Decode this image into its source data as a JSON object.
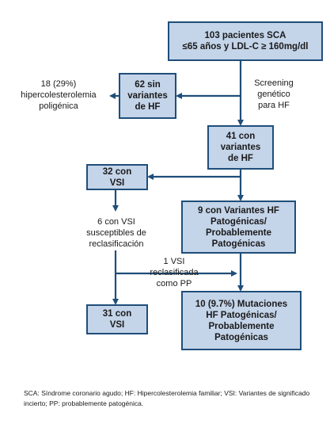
{
  "nodes": {
    "sca_cohort": {
      "lines": [
        "103 pacientes SCA",
        "≤65 años y LDL-C ≥ 160mg/dl"
      ]
    },
    "no_variants": {
      "lines": [
        "62 sin",
        "variantes",
        "de HF"
      ]
    },
    "with_variants": {
      "lines": [
        "41 con",
        "variantes",
        "de HF"
      ]
    },
    "vsi": {
      "lines": [
        "32 con",
        "VSI"
      ]
    },
    "pathogenic_variants": {
      "lines": [
        "9 con Variantes HF",
        "Patogénicas/",
        "Probablemente",
        "Patogénicas"
      ]
    },
    "vsi_final": {
      "lines": [
        "31 con",
        "VSI"
      ]
    },
    "mutations": {
      "lines": [
        "10 (9.7%) Mutaciones",
        "HF Patogénicas/",
        "Probablemente",
        "Patogénicas"
      ]
    }
  },
  "annotations": {
    "polygenic": [
      "18 (29%)",
      "hipercolesterolemia",
      "poligénica"
    ],
    "screening": [
      "Screening",
      "genético",
      "para HF"
    ],
    "reclassifiable": [
      "6 con VSI",
      "susceptibles de",
      "reclasificación"
    ],
    "reclassified": [
      "1 VSI",
      "reclasificada",
      "como PP"
    ]
  },
  "footnote": "SCA: Síndrome coronario agudo; HF: Hipercolesterolemia familiar; VSI: Variantes de significado incierto; PP: probablemente patogénica.",
  "colors": {
    "box_fill": "#c4d4e9",
    "box_border": "#1f4e79",
    "arrow": "#1f4e79"
  }
}
